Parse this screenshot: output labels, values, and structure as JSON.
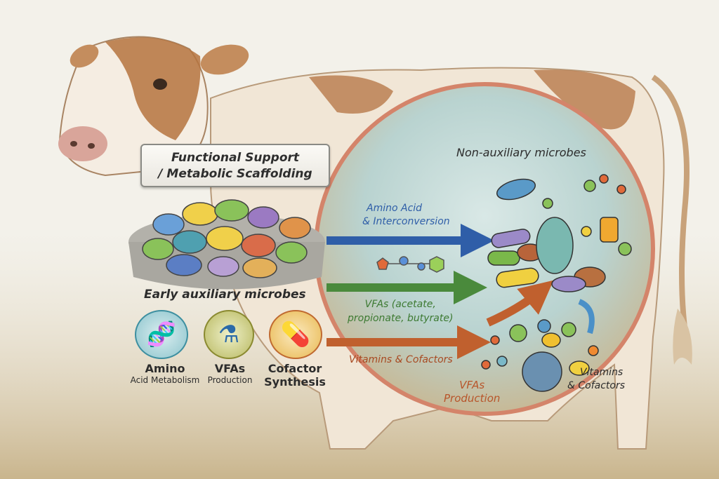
{
  "title_box": {
    "line1": "Functional Support",
    "line2": "/ Metabolic Scaffolding"
  },
  "early_label": "Early auxiliary microbes",
  "functions": [
    {
      "icon": "dna-icon",
      "title": "Amino",
      "subtitle": "Acid Metabolism"
    },
    {
      "icon": "flask-icon",
      "title": "VFAs",
      "subtitle": "Production"
    },
    {
      "icon": "pills-icon",
      "title": "Cofactor",
      "subtitle": "Synthesis"
    }
  ],
  "arrows": [
    {
      "line1": "Amino Acid",
      "line2": "& Interconversion",
      "color": "#2f5ea8"
    },
    {
      "line1": "VFAs (acetate,",
      "line2": "propionate, butyrate)",
      "color": "#4a8a3c"
    },
    {
      "line1": "Vitamins & Cofactors",
      "line2": "",
      "color": "#b8552a"
    }
  ],
  "non_aux_label": "Non-auxiliary microbes",
  "vfa_production": {
    "line1": "VFAs",
    "line2": "Production"
  },
  "vitamins_label": {
    "line1": "Vitamins",
    "line2": "& Cofactors"
  }
}
